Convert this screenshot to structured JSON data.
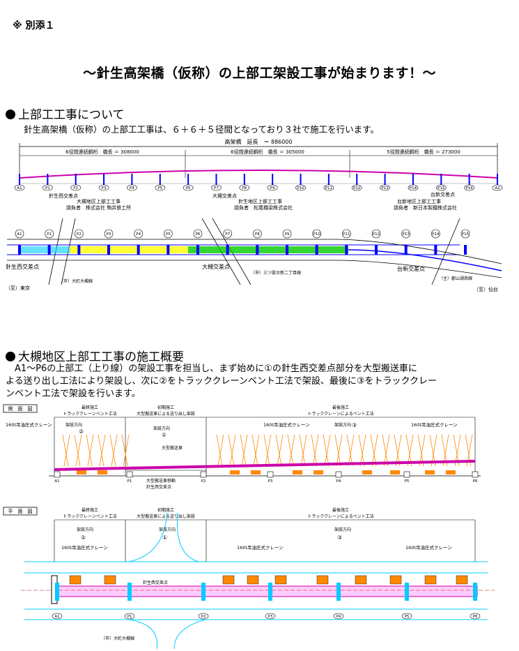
{
  "header": {
    "attachment": "※ 別添１",
    "title": "～針生高架橋（仮称）の上部工架設工事が始まります！～"
  },
  "section1": {
    "heading": "上部工工事について",
    "text": "針生高架橋（仮称）の上部工工事は、６＋６＋５径間となっており３社で施工を行います。",
    "overview": {
      "total": "高架橋　延長　＝ 886000",
      "spans": [
        "6径間連続鋼桁　橋長 ＝ 308000",
        "6径間連続鋼桁　橋長 ＝ 305000",
        "5径間連続鋼桁　橋長 ＝ 273000"
      ],
      "piers": [
        "A1",
        "P1",
        "P2",
        "P3",
        "P4",
        "P5",
        "P6",
        "P7",
        "P8",
        "P9",
        "P10",
        "P11",
        "P12",
        "P13",
        "P14",
        "P15",
        "P16",
        "A2"
      ],
      "lots": [
        {
          "name": "大槻地区上部工工事",
          "contractor": "請負者　株式会社 駒井鉄工所"
        },
        {
          "name": "針生地区上部工工事",
          "contractor": "請負者　松尾橋梁株式会社"
        },
        {
          "name": "台新地区上部工工事",
          "contractor": "請負者　新日本製鐵株式会社"
        }
      ],
      "labels": {
        "harinishi": "針生西交差点",
        "otsuki": "大槻交差点",
        "daishin": "台新交差点",
        "to_tokyo": "（至）東京",
        "to_sendai": "（至）仙台",
        "road_left": "（市）大町大槻線",
        "road_mid": "（市）三ツ股台新二丁目線",
        "road_right": "（主）郡山湖南線"
      }
    }
  },
  "section2": {
    "heading": "大槻地区上部工工事の施工概要",
    "lines": [
      "　A1～P6の上部工（上り線）の架設工事を担当し、まず始めに①の針生西交差点部分を大型搬送車に",
      "よる送り出し工法により架設し、次に②をトラッククレーンベント工法で架設、最後に③をトラッククレー",
      "ンベント工法で架設を行います。"
    ],
    "side_view": {
      "label": "側　面　図",
      "sections": [
        {
          "name": "最終施工",
          "method": "トラッククレーンベント工法",
          "num": "②"
        },
        {
          "name": "初期施工",
          "method": "大型搬送車による送り出し架設",
          "num": "①"
        },
        {
          "name": "最後施工",
          "method": "トラッククレーンによるベント工法",
          "num": "③"
        }
      ],
      "crane": "160t吊油圧式クレーン",
      "direction": "架設方向",
      "carrier": "大型搬送車",
      "note1": "大型搬送車移動",
      "note2": "針生西交差点",
      "piers": [
        "A1",
        "P1",
        "P2",
        "P3",
        "P4",
        "P5",
        "P6"
      ]
    },
    "plan_view": {
      "label": "平　面　図",
      "sections": [
        {
          "name": "最終施工",
          "method": "トラッククレーンベント工法",
          "num": "②"
        },
        {
          "name": "初期施工",
          "method": "大型搬送車による送り出し架設",
          "num": "①"
        },
        {
          "name": "最後施工",
          "method": "トラッククレーンによるベント工法",
          "num": "③"
        }
      ],
      "crane": "160t吊油圧式クレーン",
      "direction": "架設方向",
      "crossing": "針生西交差点",
      "road": "（市）大町大槻線",
      "piers": [
        "A1",
        "P1",
        "P2",
        "P3",
        "P4",
        "P5",
        "P6"
      ]
    }
  }
}
